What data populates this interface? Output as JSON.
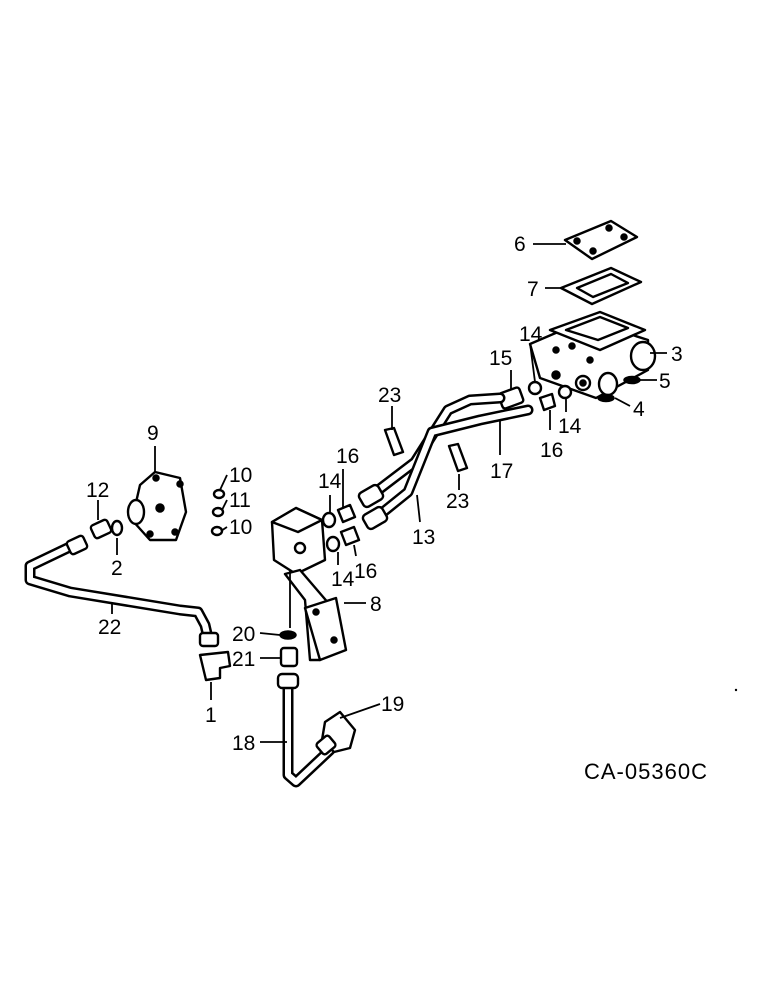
{
  "diagram": {
    "drawing_number": "CA-05360C",
    "callouts": {
      "c1": "1",
      "c2": "2",
      "c3": "3",
      "c4": "4",
      "c5": "5",
      "c6": "6",
      "c7": "7",
      "c8": "8",
      "c9": "9",
      "c10a": "10",
      "c10b": "10",
      "c11": "11",
      "c12": "12",
      "c13": "13",
      "c14a": "14",
      "c14b": "14",
      "c14c": "14",
      "c14d": "14",
      "c15": "15",
      "c16a": "16",
      "c16b": "16",
      "c16c": "16",
      "c17": "17",
      "c18": "18",
      "c19": "19",
      "c20": "20",
      "c21": "21",
      "c22": "22",
      "c23a": "23",
      "c23b": "23"
    }
  }
}
